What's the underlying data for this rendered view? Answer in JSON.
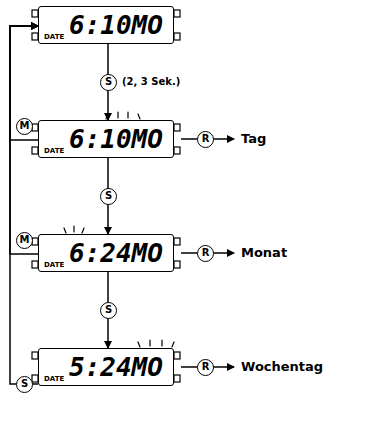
{
  "diagram": {
    "nodes": [
      {
        "text": [
          "6:10MO",
          "DATE"
        ]
      },
      {
        "text": [
          "6:10MO",
          "DATE"
        ]
      },
      {
        "text": [
          "6:24MO",
          "DATE"
        ]
      },
      {
        "text": [
          "5:24MO",
          "DATE"
        ]
      }
    ],
    "edges": [
      {
        "from": 0,
        "to": 1,
        "label": "S",
        "arrow": "to"
      },
      {
        "from": 1,
        "to": 2,
        "label": "S",
        "arrow": "to"
      },
      {
        "from": 2,
        "to": 3,
        "label": "S",
        "arrow": "to"
      },
      {
        "from": 3,
        "to": 0,
        "label": "S",
        "arrow": "to"
      },
      {
        "from": 1,
        "to": 0,
        "label": "M",
        "arrow": "to"
      },
      {
        "from": 2,
        "to": 0,
        "label": "M",
        "arrow": "to"
      }
    ],
    "labels": [
      "(2, 3 Sek.)",
      "R",
      "Tag",
      "R",
      "Monat",
      "R",
      "Wochentag"
    ]
  }
}
